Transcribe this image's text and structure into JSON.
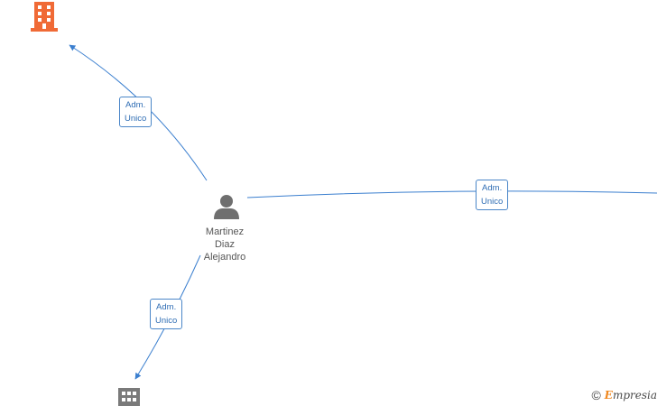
{
  "colors": {
    "edge": "#3b7fcf",
    "company_active": "#f06a36",
    "company_inactive": "#7a7a7a",
    "person": "#6f6f6f"
  },
  "nodes": {
    "person": {
      "name": "Martinez\nDiaz\nAlejandro",
      "icon": "person-icon"
    },
    "company_top": {
      "icon": "building-icon",
      "color": "#f06a36"
    },
    "company_bottom": {
      "icon": "building-icon",
      "color": "#7a7a7a"
    }
  },
  "edges": {
    "top": {
      "label": "Adm.\nUnico"
    },
    "right": {
      "label": "Adm.\nUnico"
    },
    "bottom": {
      "label": "Adm.\nUnico"
    }
  },
  "brand": {
    "copyright": "©",
    "first_letter": "E",
    "rest": "mpresia"
  }
}
